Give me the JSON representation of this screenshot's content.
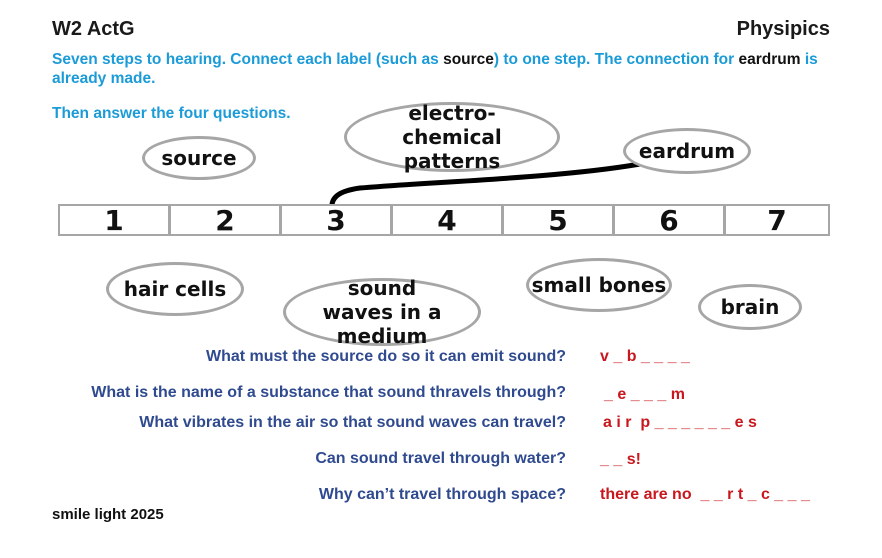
{
  "header": {
    "left_title": "W2 ActG",
    "right_title": "Physipics"
  },
  "instructions": {
    "line1_a": "Seven steps to hearing. Connect each label (such as ",
    "line1_source": "source",
    "line1_b": ") to one step. The connection for ",
    "line1_eardrum": "eardrum",
    "line1_c": " is already made.",
    "line2": "Then answer the four questions."
  },
  "labels": {
    "source": "source",
    "electro": "electro-chemical patterns",
    "eardrum": "eardrum",
    "hair_cells": "hair cells",
    "sound_waves": "sound waves in a medium",
    "small_bones": "small bones",
    "brain": "brain"
  },
  "steps": [
    "1",
    "2",
    "3",
    "4",
    "5",
    "6",
    "7"
  ],
  "questions": [
    {
      "q": "What must the source do so it can emit sound?",
      "a": "v _ b _ _ _ _"
    },
    {
      "q": "What is the name of a substance that sound thravels through?",
      "a": "_ e _ _ _ m"
    },
    {
      "q": "What vibrates in the air so that sound waves can travel?",
      "a": "a i r  p _ _ _ _ _ _ e s"
    },
    {
      "q": "Can sound travel through water?",
      "a": "_ _ s!"
    },
    {
      "q": "Why can’t travel through space?",
      "a": "there are no  _ _ r t _ c _ _ _"
    }
  ],
  "footer": "smile light 2025",
  "colors": {
    "instruction": "#1b9bd7",
    "question": "#2f4a8f",
    "answer": "#c8181e",
    "outline": "#a6a6a6"
  }
}
